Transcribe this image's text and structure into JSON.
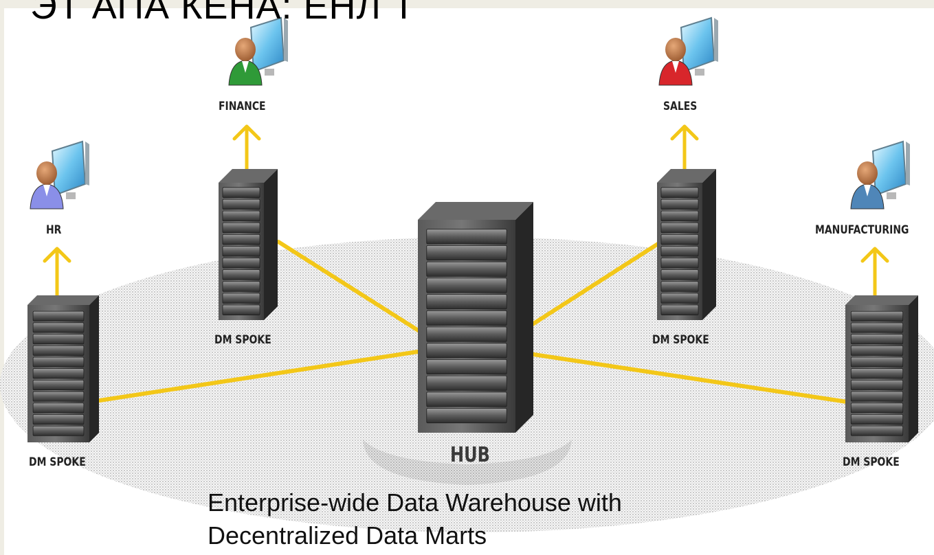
{
  "title": "ЭТ АПА КЕНА: ЕНЛ Т",
  "colors": {
    "link": "#f3c718",
    "server": "#3c3c3c",
    "disc": "#dcdcdc",
    "finance_person": "#2f9a38",
    "sales_person": "#d8262b",
    "hr_person": "#8a8fe8",
    "manufacturing_person": "#4f86b8"
  },
  "diagram": {
    "hub_label": "HUB",
    "spokes": [
      {
        "label": "DM SPOKE",
        "department": "HR",
        "person_icon": "hr-user-icon"
      },
      {
        "label": "DM SPOKE",
        "department": "FINANCE",
        "person_icon": "finance-user-icon"
      },
      {
        "label": "DM SPOKE",
        "department": "SALES",
        "person_icon": "sales-user-icon"
      },
      {
        "label": "DM SPOKE",
        "department": "MANUFACTURING",
        "person_icon": "manufacturing-user-icon"
      }
    ]
  },
  "caption": {
    "line1": "Enterprise-wide Data Warehouse with",
    "line2": "Decentralized Data Marts"
  }
}
